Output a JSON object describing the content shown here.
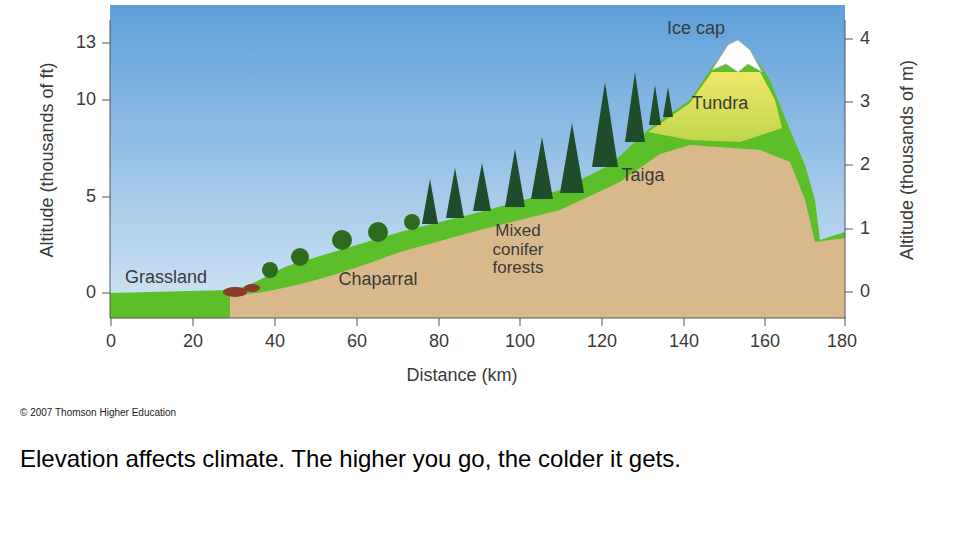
{
  "diagram": {
    "caption": "Elevation affects climate. The higher you go, the colder it gets.",
    "labels": [
      "Altitude (thousands of ft)",
      "13",
      "10",
      "5",
      "0",
      "Altitude (thousands of m)",
      "4",
      "3",
      "2",
      "1",
      "0",
      "Ice cap",
      "Tundra",
      "Taiga",
      "Mixed conifer forests",
      "Chaparral",
      "Grassland",
      "0",
      "20",
      "40",
      "60",
      "80",
      "100",
      "120",
      "140",
      "160",
      "180",
      "Distance (km)",
      "© 2007 Thomson Higher Education"
    ]
  }
}
